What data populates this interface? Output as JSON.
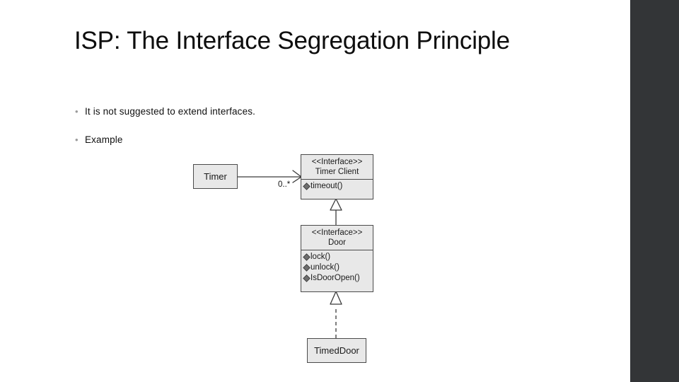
{
  "slide": {
    "title": "ISP: The Interface Segregation Principle",
    "bullet_mark": "•",
    "bullets": [
      "It is not suggested to extend interfaces.",
      "Example"
    ]
  },
  "theme": {
    "background": "#ffffff",
    "side_panel": "#333537",
    "title_color": "#0d0d0d",
    "box_fill": "#e8e8e8",
    "box_stroke": "#4b4b4b",
    "op_icon_fill": "#6e6e6e"
  },
  "diagram": {
    "type": "uml-class-diagram",
    "nodes": [
      {
        "id": "timer",
        "kind": "class",
        "name": "Timer",
        "stereotype": "",
        "operations": []
      },
      {
        "id": "timer-client",
        "kind": "interface",
        "stereotype": "<<Interface>>",
        "name": "Timer Client",
        "operations": [
          "timeout()"
        ]
      },
      {
        "id": "door",
        "kind": "interface",
        "stereotype": "<<Interface>>",
        "name": "Door",
        "operations": [
          "lock()",
          "unlock()",
          "IsDoorOpen()"
        ]
      },
      {
        "id": "timed-door",
        "kind": "class",
        "name": "TimedDoor",
        "stereotype": "",
        "operations": []
      }
    ],
    "edges": [
      {
        "id": "timer-to-timer-client",
        "from": "timer",
        "to": "timer-client",
        "relation": "association",
        "line": "solid",
        "arrow": "open",
        "multiplicity": "0..*"
      },
      {
        "id": "door-to-timer-client",
        "from": "door",
        "to": "timer-client",
        "relation": "generalization",
        "line": "solid",
        "arrow": "hollow-triangle",
        "multiplicity": ""
      },
      {
        "id": "timed-door-to-door",
        "from": "timed-door",
        "to": "door",
        "relation": "realization",
        "line": "dashed",
        "arrow": "hollow-triangle",
        "multiplicity": ""
      }
    ]
  }
}
